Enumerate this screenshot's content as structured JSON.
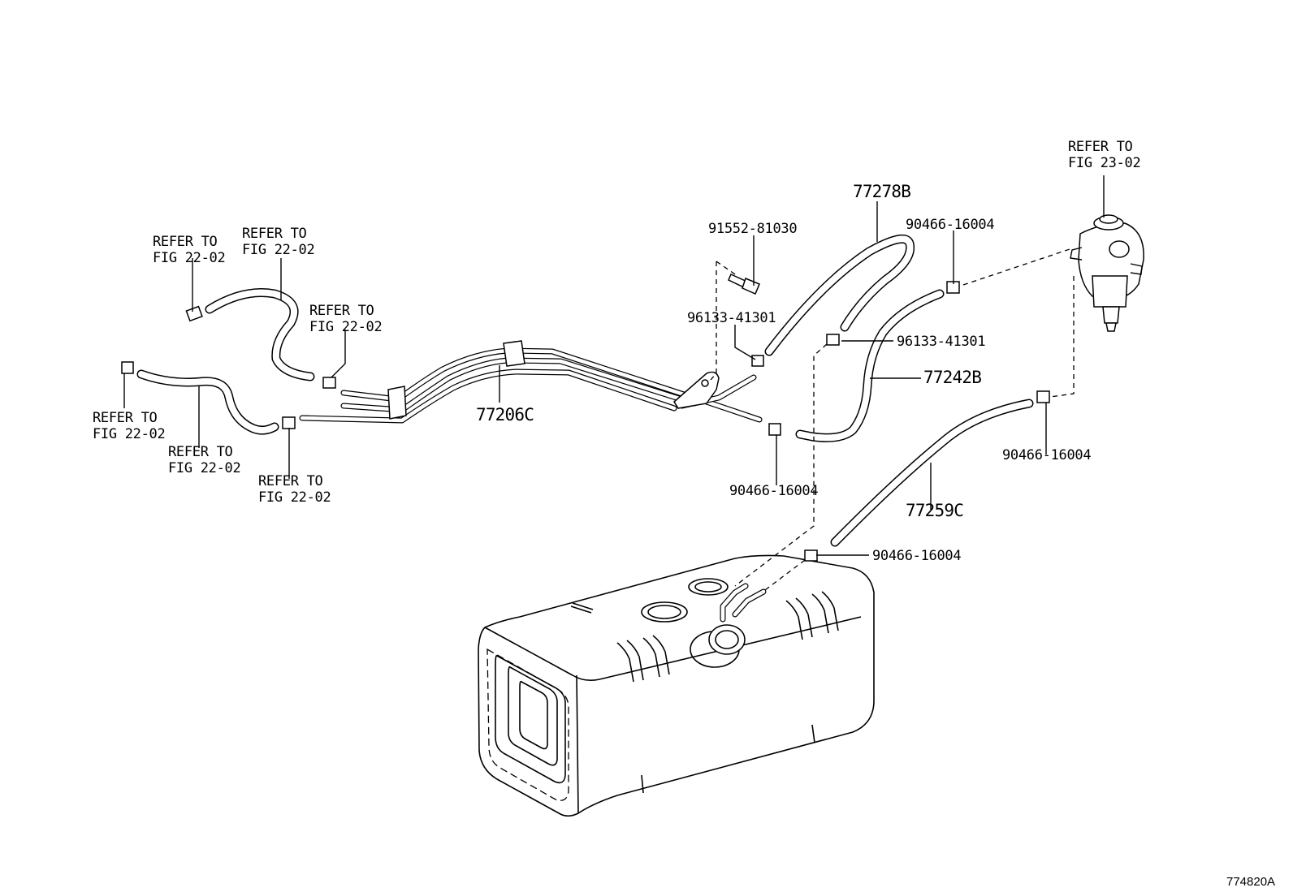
{
  "labels": {
    "refer_fig_22_02_a": [
      "REFER TO",
      "FIG 22-02"
    ],
    "refer_fig_22_02_b": [
      "REFER TO",
      "FIG 22-02"
    ],
    "refer_fig_22_02_c": [
      "REFER TO",
      "FIG 22-02"
    ],
    "refer_fig_22_02_d": [
      "REFER TO",
      "FIG 22-02"
    ],
    "refer_fig_22_02_e": [
      "REFER TO",
      "FIG 22-02"
    ],
    "refer_fig_22_02_f": [
      "REFER TO",
      "FIG 22-02"
    ],
    "refer_fig_23_02": [
      "REFER TO",
      "FIG 23-02"
    ]
  },
  "parts": {
    "fuel_tube_main": "77206C",
    "hose_upper": "77278B",
    "hose_middle": "77242B",
    "hose_lower": "77259C",
    "bolt": "91552-81030",
    "clamp_96133_a": "96133-41301",
    "clamp_96133_b": "96133-41301",
    "clamp_90466_a": "90466-16004",
    "clamp_90466_b": "90466-16004",
    "clamp_90466_c": "90466-16004",
    "clamp_90466_d": "90466-16004"
  },
  "figure_id": "774820A"
}
